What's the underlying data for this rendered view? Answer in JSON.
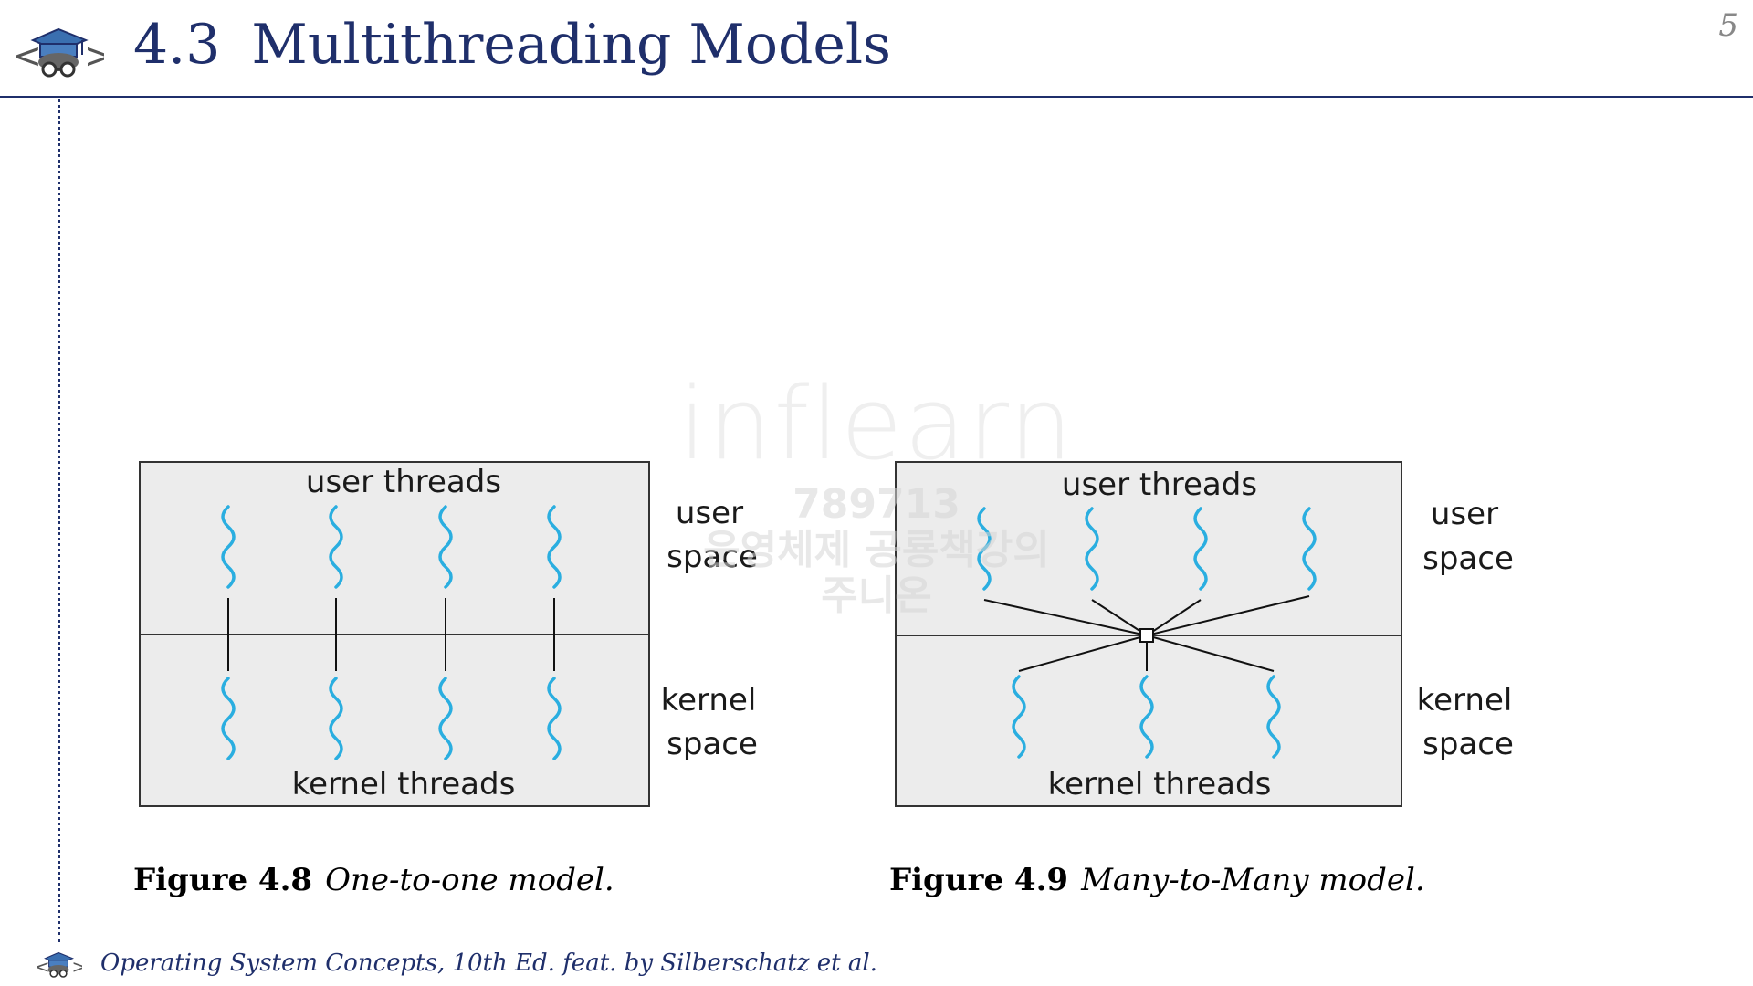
{
  "header": {
    "section_number": "4.3",
    "title": "Multithreading Models",
    "page_number": "5",
    "logo_icon": "graduation-cap-glasses-icon"
  },
  "figures": [
    {
      "id": "one-to-one",
      "box_top_label": "user threads",
      "box_bottom_label": "kernel threads",
      "side_top_label": [
        "user",
        "space"
      ],
      "side_bottom_label": [
        "kernel",
        "space"
      ],
      "user_thread_count": 4,
      "kernel_thread_count": 4,
      "mapping": "one-to-one",
      "caption_label": "Figure 4.8",
      "caption_text": "One-to-one model."
    },
    {
      "id": "many-to-many",
      "box_top_label": "user threads",
      "box_bottom_label": "kernel threads",
      "side_top_label": [
        "user",
        "space"
      ],
      "side_bottom_label": [
        "kernel",
        "space"
      ],
      "user_thread_count": 4,
      "kernel_thread_count": 3,
      "mapping": "many-to-many",
      "caption_label": "Figure 4.9",
      "caption_text": "Many-to-Many model."
    }
  ],
  "colors": {
    "thread": "#2aaee0",
    "box_fill": "#ececec",
    "box_stroke": "#333333",
    "title": "#1f2f6b"
  },
  "watermark": {
    "brand": "inflearn",
    "lines": [
      "789713",
      "운영체제 공룡책강의",
      "주니온"
    ]
  },
  "footer": {
    "text": "Operating System Concepts, 10th Ed. feat. by Silberschatz et al.",
    "logo_icon": "graduation-cap-glasses-icon"
  }
}
